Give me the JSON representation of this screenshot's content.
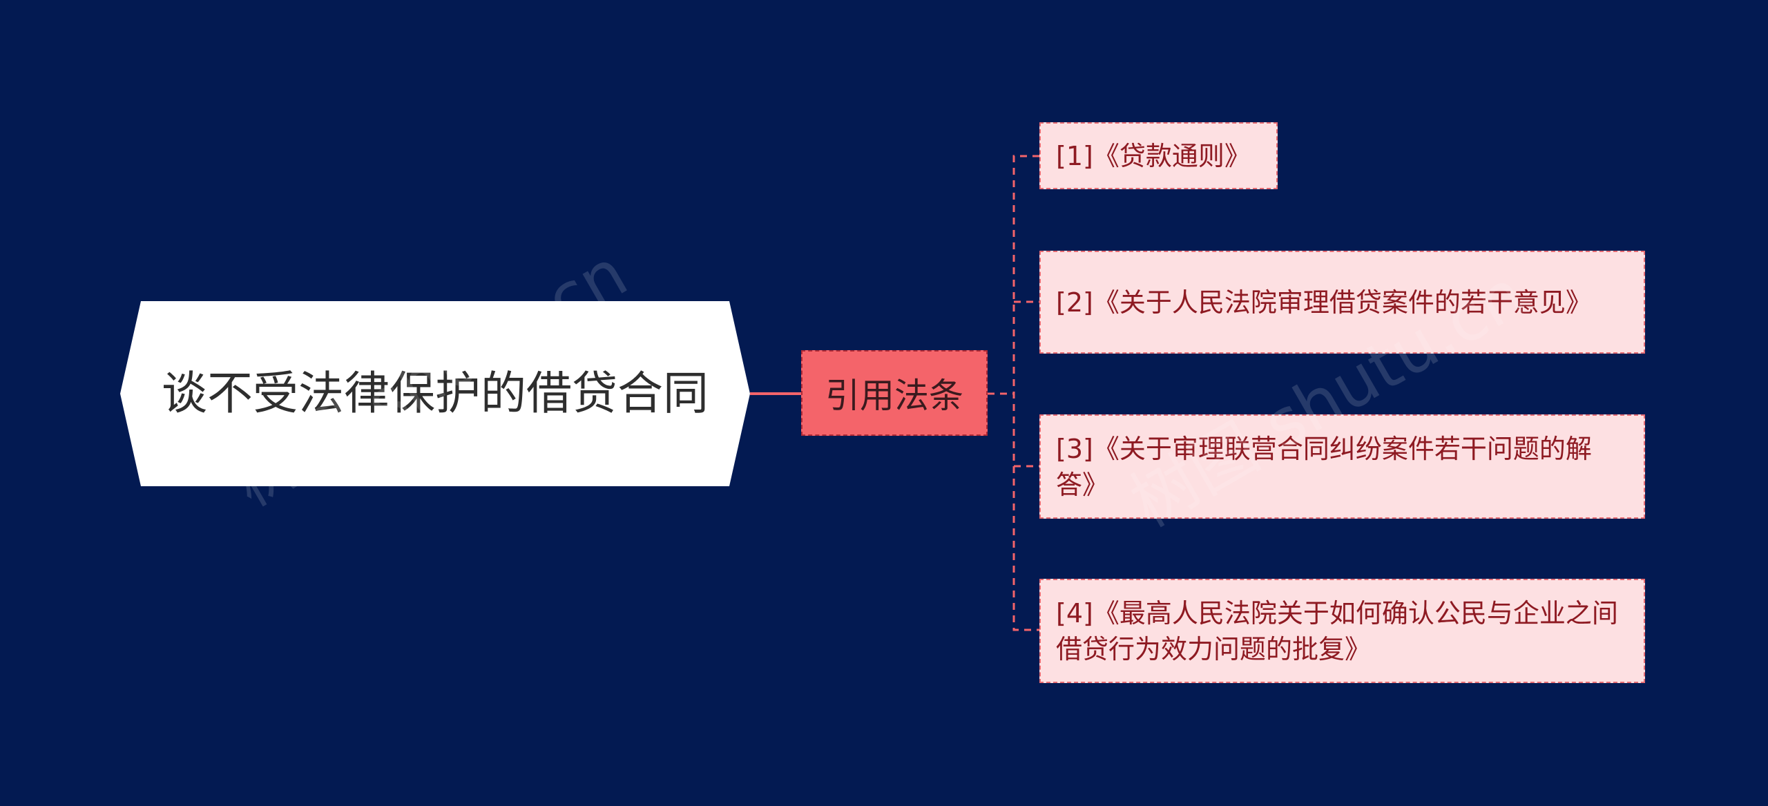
{
  "root": {
    "title": "谈不受法律保护的借贷合同"
  },
  "branch": {
    "label": "引用法条"
  },
  "leaves": [
    {
      "text": "[1]《贷款通则》"
    },
    {
      "text": "[2]《关于人民法院审理借贷案件的若干意见》"
    },
    {
      "text": "[3]《关于审理联营合同纠纷案件若干问题的解答》"
    },
    {
      "text": "[4]《最高人民法院关于如何确认公民与企业之间借贷行为效力问题的批复》"
    }
  ],
  "watermark": "树图 shutu.cn",
  "colors": {
    "background": "#031a52",
    "root_fill": "#ffffff",
    "branch_fill": "#f4646a",
    "leaf_fill": "#fde0e2",
    "leaf_text": "#8e1a22",
    "connector": "#f4646a"
  }
}
